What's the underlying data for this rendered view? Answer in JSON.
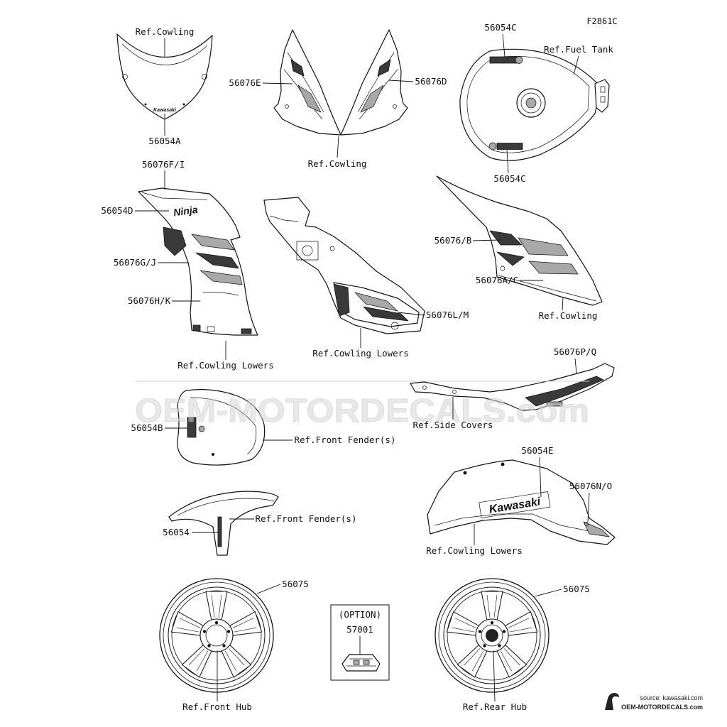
{
  "figure_code": "F2861C",
  "colors": {
    "line": "#111111",
    "decal_dark": "#3a3a3a",
    "watermark": "#c8c8c8"
  },
  "decals": {
    "kawasaki": "Kawasaki",
    "ninja": "Ninja"
  },
  "callouts": {
    "windscreen": {
      "ref": "Ref.Cowling",
      "part": "56054A"
    },
    "upper_cowl": {
      "left_part": "56076E",
      "right_part": "56076D",
      "ref": "Ref.Cowling"
    },
    "fuel_tank": {
      "top_part": "56054C",
      "ref": "Ref.Fuel Tank",
      "bottom_part": "56054C"
    },
    "side_cowl": {
      "top_part": "56076F/I",
      "logo_part": "56054D",
      "stripe_upper": "56076G/J",
      "stripe_lower": "56076H/K",
      "ref": "Ref.Cowling Lowers"
    },
    "inner_cowl": {
      "part": "56076L/M",
      "ref": "Ref.Cowling Lowers"
    },
    "tail_cowl": {
      "upper_part": "56076/B",
      "lower_part": "56076A/C",
      "ref": "Ref.Cowling"
    },
    "side_covers": {
      "part": "56076P/Q",
      "ref": "Ref.Side Covers"
    },
    "fender_top": {
      "part": "56054B",
      "ref": "Ref.Front Fender(s)"
    },
    "fender_side": {
      "part": "56054",
      "ref": "Ref.Front Fender(s)"
    },
    "lower_cowl": {
      "logo_part": "56054E",
      "stripe_part": "56076N/O",
      "ref": "Ref.Cowling Lowers"
    },
    "front_wheel": {
      "part": "56075",
      "ref": "Ref.Front Hub"
    },
    "rear_wheel": {
      "part": "56075",
      "ref": "Ref.Rear Hub"
    }
  },
  "option": {
    "title": "(OPTION)",
    "part": "57001"
  },
  "watermark": "OEM-MOTORDECALS.com",
  "credit": {
    "source": "source: kawasaki.com",
    "site": "OEM-MOTORDECALS.com"
  }
}
